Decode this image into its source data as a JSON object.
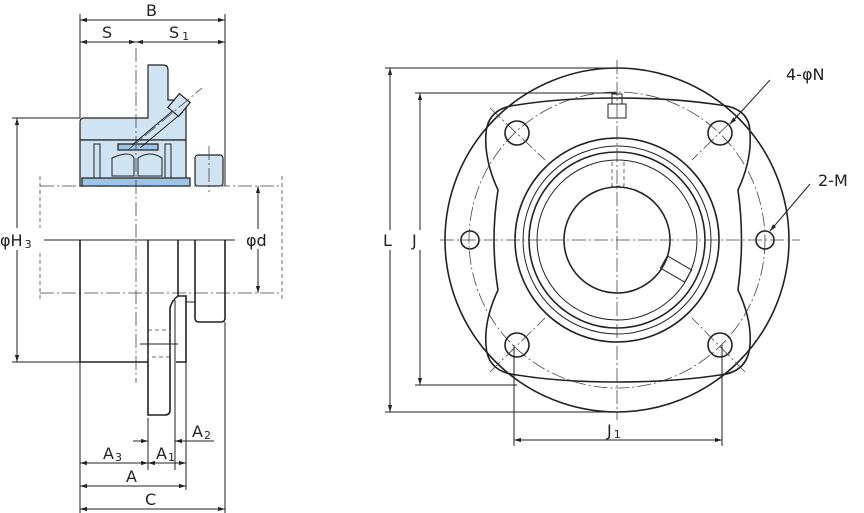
{
  "title": "Flanged bearing unit dimension drawing",
  "side_view": {
    "labels": {
      "B": "B",
      "S": "S",
      "S1": "S",
      "S1_sub": "1",
      "H3": "φH",
      "H3_sub": "3",
      "d": "φd",
      "A2": "A",
      "A2_sub": "2",
      "A3": "A",
      "A3_sub": "3",
      "A1": "A",
      "A1_sub": "1",
      "A": "A",
      "C": "C"
    }
  },
  "front_view": {
    "labels": {
      "L": "L",
      "J": "J",
      "J1": "J",
      "J1_sub": "1",
      "N": "4-φN",
      "M": "2-M"
    }
  },
  "colors": {
    "housing": "#cfe3f3",
    "inner": "#9cc4e8"
  }
}
